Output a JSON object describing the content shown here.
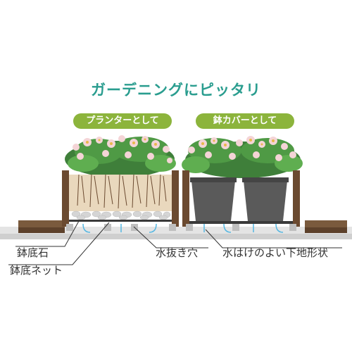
{
  "title": "ガーデニングにピッタリ",
  "usages": [
    {
      "label": "プランターとして"
    },
    {
      "label": "鉢カバーとして"
    }
  ],
  "callouts": {
    "pot_stone": "鉢底石",
    "pot_net": "鉢底ネット",
    "drain_hole": "水抜き穴",
    "ground": "水はけのよい下地形状"
  },
  "colors": {
    "title": "#2a9d8f",
    "pill": "#8cb43c",
    "wood": "#6b4a30",
    "soil": "#e9d8bd",
    "pot": "#5a5a5a",
    "water": "#54b7e2"
  }
}
